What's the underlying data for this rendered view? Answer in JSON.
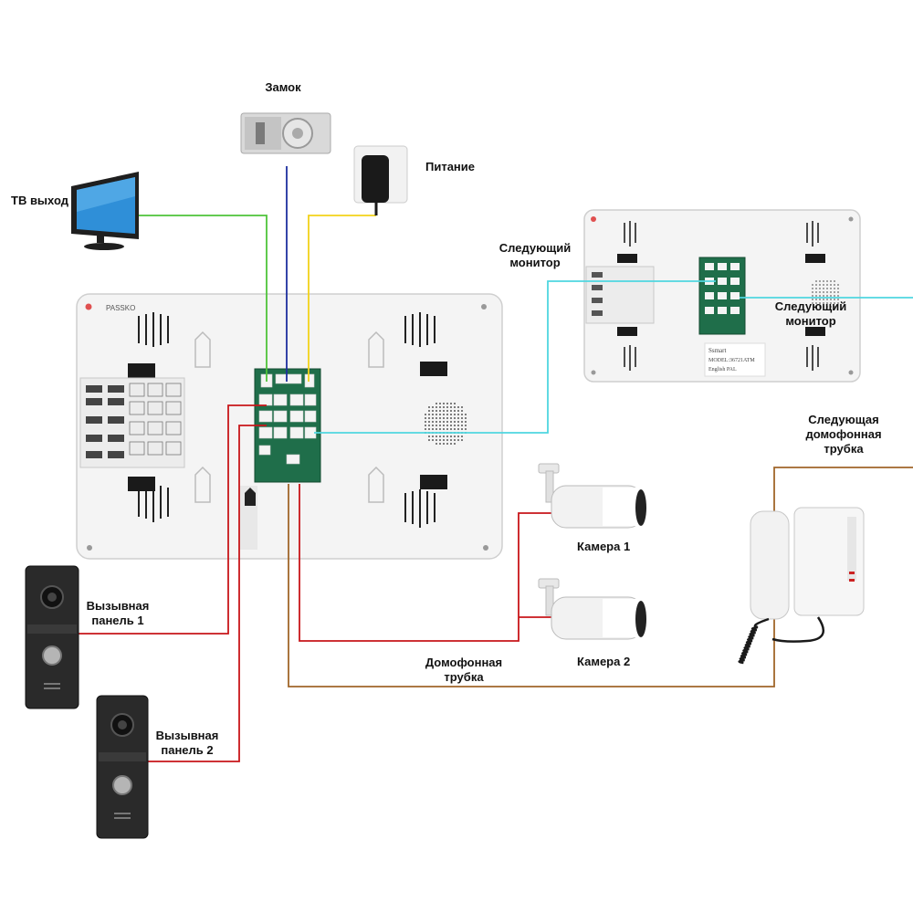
{
  "labels": {
    "lock": "Замок",
    "power": "Питание",
    "tv_out": "ТВ выход",
    "next_monitor_1_l1": "Следующий",
    "next_monitor_1_l2": "монитор",
    "next_monitor_2_l1": "Следующий",
    "next_monitor_2_l2": "монитор",
    "next_handset_l1": "Следующая",
    "next_handset_l2": "домофонная",
    "next_handset_l3": "трубка",
    "camera_1": "Камера 1",
    "camera_2": "Камера 2",
    "handset_l1": "Домофонная",
    "handset_l2": "трубка",
    "call_panel_1_l1": "Вызывная",
    "call_panel_1_l2": "панель 1",
    "call_panel_2_l1": "Вызывная",
    "call_panel_2_l2": "панель 2"
  },
  "device_text": {
    "secondary_brand": "Ssmart",
    "secondary_model": "MODEL:36721ATM",
    "secondary_standard": "English PAL"
  },
  "wire_colors": {
    "tv": "#4fc43a",
    "lock": "#1d2f9e",
    "power": "#f2d21a",
    "monitor_link": "#4fd6e0",
    "call_panels_cameras": "#c8161a",
    "handset": "#a0662a"
  }
}
